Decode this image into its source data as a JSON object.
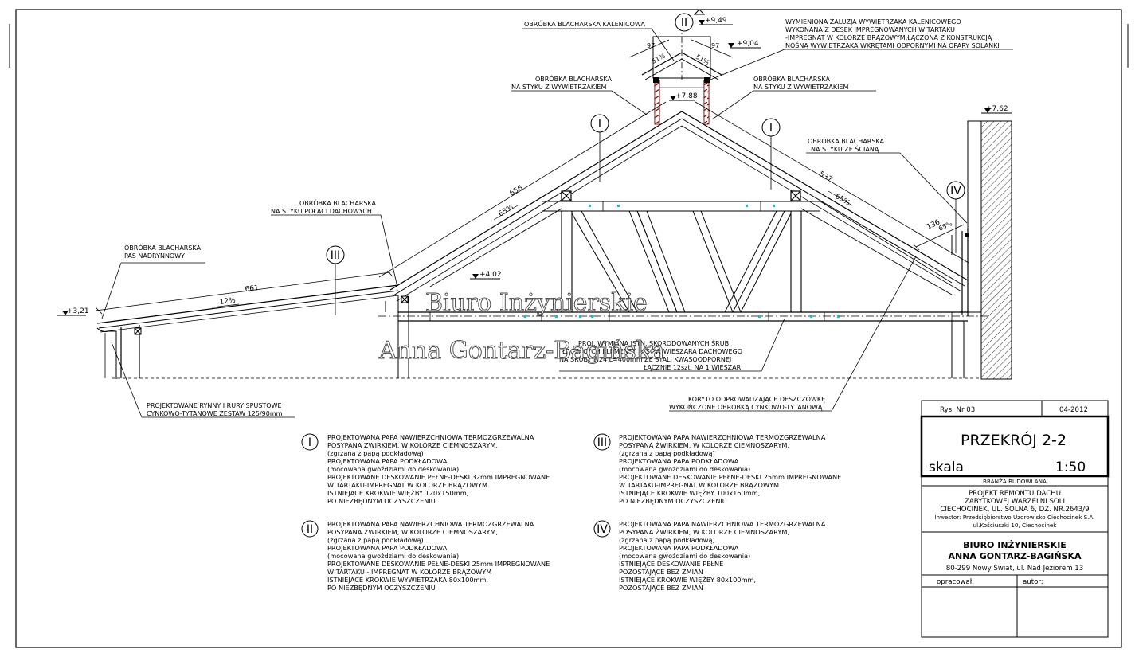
{
  "labels": {
    "ridge_flashing": "OBRÓBKA BLACHARSKA KALENICOWA",
    "louver_note_1": "WYMIENIONA ŻALUZJA WYWIETRZAKA KALENICOWEGO",
    "louver_note_2": "WYKONANA Z DESEK IMPREGNOWANYCH W TARTAKU",
    "louver_note_3": "-IMPREGNAT W KOLORZE BRĄZOWYM,ŁĄCZONA Z KONSTRUKCJĄ",
    "louver_note_4": "NOŚNĄ WYWIETRZAKA WKRĘTAMI ODPORNYMI NA OPARY SOLANKI",
    "vent_joint_left_1": "OBRÓBKA BLACHARSKA",
    "vent_joint_left_2": "NA STYKU Z WYWIETRZAKIEM",
    "vent_joint_right_1": "OBRÓBKA BLACHARSKA",
    "vent_joint_right_2": "NA STYKU Z WYWIETRZAKIEM",
    "wall_joint_1": "OBRÓBKA BLACHARSKA",
    "wall_joint_2": "NA STYKU ZE ŚCIANĄ",
    "slope_joint_1": "OBRÓBKA BLACHARSKA",
    "slope_joint_2": "NA STYKU POŁACI DACHOWYCH",
    "gutter_strip_1": "OBRÓBKA BLACHARSKA",
    "gutter_strip_2": "PAS NADRYNNOWY",
    "gutters_1": "PROJEKTOWANE RYNNY I RURY SPUSTOWE",
    "gutters_2": "CYNKOWO-TYTANOWE ZESTAW 125/90mm",
    "bolts_1": "PROJ. WYMIANA ISTN. SKORODOWANYCH ŚRUB",
    "bolts_2": "ŁĄCZĄCYCH ELEMENTY PASÓW WIESZARA DACHOWEGO",
    "bolts_3": "NA ŚRUBY M24 L=400mm ZE STALI KWASOODPORNEJ",
    "bolts_4": "ŁĄCZNIE 12szt. NA 1 WIESZAR",
    "trough_1": "KORYTO ODPROWADZAJĄCE DESZCZÓWKĘ",
    "trough_2": "WYKOŃCZONE OBRÓBKĄ CYNKOWO-TYTANOWĄ"
  },
  "markers": {
    "m1": "I",
    "m2": "II",
    "m3": "III",
    "m4": "IV"
  },
  "levels": {
    "ridge_top": "+9,49",
    "vent_eave": "+9,04",
    "ridge": "+7,88",
    "wall": "+7,62",
    "valley": "+4,02",
    "eave": "+3,21"
  },
  "dimensions": {
    "slope_left": "656",
    "slope_right": "537",
    "lower_roof": "661",
    "right_end": "136",
    "vent_left": "97",
    "vent_right": "97",
    "pitch_main_left": "65%",
    "pitch_main_right": "65%",
    "pitch_end": "65%",
    "pitch_lower": "12%",
    "pitch_vent_left": "51%",
    "pitch_vent_right": "51%"
  },
  "watermark": {
    "line1": "Biuro Inżynierskie",
    "line2": "Anna Gontarz-Bagińska"
  },
  "legend": [
    {
      "mark": "I",
      "lines": [
        "PROJEKTOWANA PAPA NAWIERZCHNIOWA TERMOZGRZEWALNA",
        "POSYPANA ŻWIRKIEM, W KOLORZE CIEMNOSZARYM,",
        "(zgrzana z papą podkładową)",
        "PROJEKTOWANA PAPA PODKŁADOWA",
        "(mocowana gwoździami do deskowania)",
        "PROJEKTOWANE DESKOWANIE PEŁNE-DESKI 32mm IMPREGNOWANE",
        "W TARTAKU-IMPREGNAT W KOLORZE BRĄZOWYM",
        "ISTNIEJĄCE KROKWIE WIĘŹBY 120x150mm,",
        "PO NIEZBĘDNYM OCZYSZCZENIU"
      ]
    },
    {
      "mark": "II",
      "lines": [
        "PROJEKTOWANA PAPA NAWIERZCHNIOWA TERMOZGRZEWALNA",
        "POSYPANA ŻWIRKIEM, W KOLORZE CIEMNOSZARYM,",
        "(zgrzana z papą podkładową)",
        "PROJEKTOWANA PAPA PODKŁADOWA",
        "(mocowana gwoździami do deskowania)",
        "PROJEKTOWANE DESKOWANIE PEŁNE-DESKI 25mm IMPREGNOWANE",
        "W TARTAKU - IMPREGNAT W KOLORZE BRĄZOWYM",
        "ISTNIEJĄCE KROKWIE WYWIETRZAKA 80x100mm,",
        "PO NIEZBĘDNYM OCZYSZCZENIU"
      ]
    },
    {
      "mark": "III",
      "lines": [
        "PROJEKTOWANA PAPA NAWIERZCHNIOWA TERMOZGRZEWALNA",
        "POSYPANA ŻWIRKIEM, W KOLORZE CIEMNOSZARYM,",
        "(zgrzana z papą podkładową)",
        "PROJEKTOWANA PAPA PODKŁADOWA",
        "(mocowana gwoździami do deskowania)",
        "PROJEKTOWANE DESKOWANIE PEŁNE-DESKI 25mm IMPREGNOWANE",
        "W TARTAKU-IMPREGNAT W KOLORZE BRĄZOWYM",
        "ISTNIEJĄCE KROKWIE WIĘŹBY 100x160mm,",
        "PO NIEZBĘDNYM OCZYSZCZENIU"
      ]
    },
    {
      "mark": "IV",
      "lines": [
        "PROJEKTOWANA PAPA NAWIERZCHNIOWA TERMOZGRZEWALNA",
        "POSYPANA ŻWIRKIEM, W KOLORZE CIEMNOSZARYM,",
        "(zgrzana z papą podkładową)",
        "PROJEKTOWANA PAPA PODKŁADOWA",
        "(mocowana gwoździami do deskowania)",
        "ISTNIEJĄCE DESKOWANIE PEŁNE",
        "POZOSTAJĄCE BEZ ZMIAN",
        "ISTNIEJĄCE KROKWIE WIĘŹBY 80x100mm,",
        "POZOSTAJĄCE BEZ ZMIAN"
      ]
    }
  ],
  "title_block": {
    "drawing_no": "Rys. Nr 03",
    "date": "04-2012",
    "title": "PRZEKRÓJ 2-2",
    "scale_label": "skala",
    "scale_value": "1:50",
    "discipline": "BRANŻA BUDOWLANA",
    "project_1": "PROJEKT REMONTU DACHU",
    "project_2": "ZABYTKOWEJ WARZELNI SOLI",
    "address": "CIECHOCINEK, UL. SOLNA 6, DZ. NR.2643/9",
    "investor_1": "Inwestor: Przedsiębiorstwo Uzdrowisko Ciechocinek S.A.",
    "investor_2": "ul.Kościuszki 10, Ciechocinek",
    "firm_1": "BIURO INŻYNIERSKIE",
    "firm_2": "ANNA GONTARZ-BAGIŃSKA",
    "firm_address": "80-299 Nowy Świat, ul. Nad Jeziorem 13",
    "prepared": "opracował:",
    "author": "autor:"
  },
  "colors": {
    "line": "#000000",
    "fastener": "#00c8c8",
    "brick": "#8b0000"
  }
}
